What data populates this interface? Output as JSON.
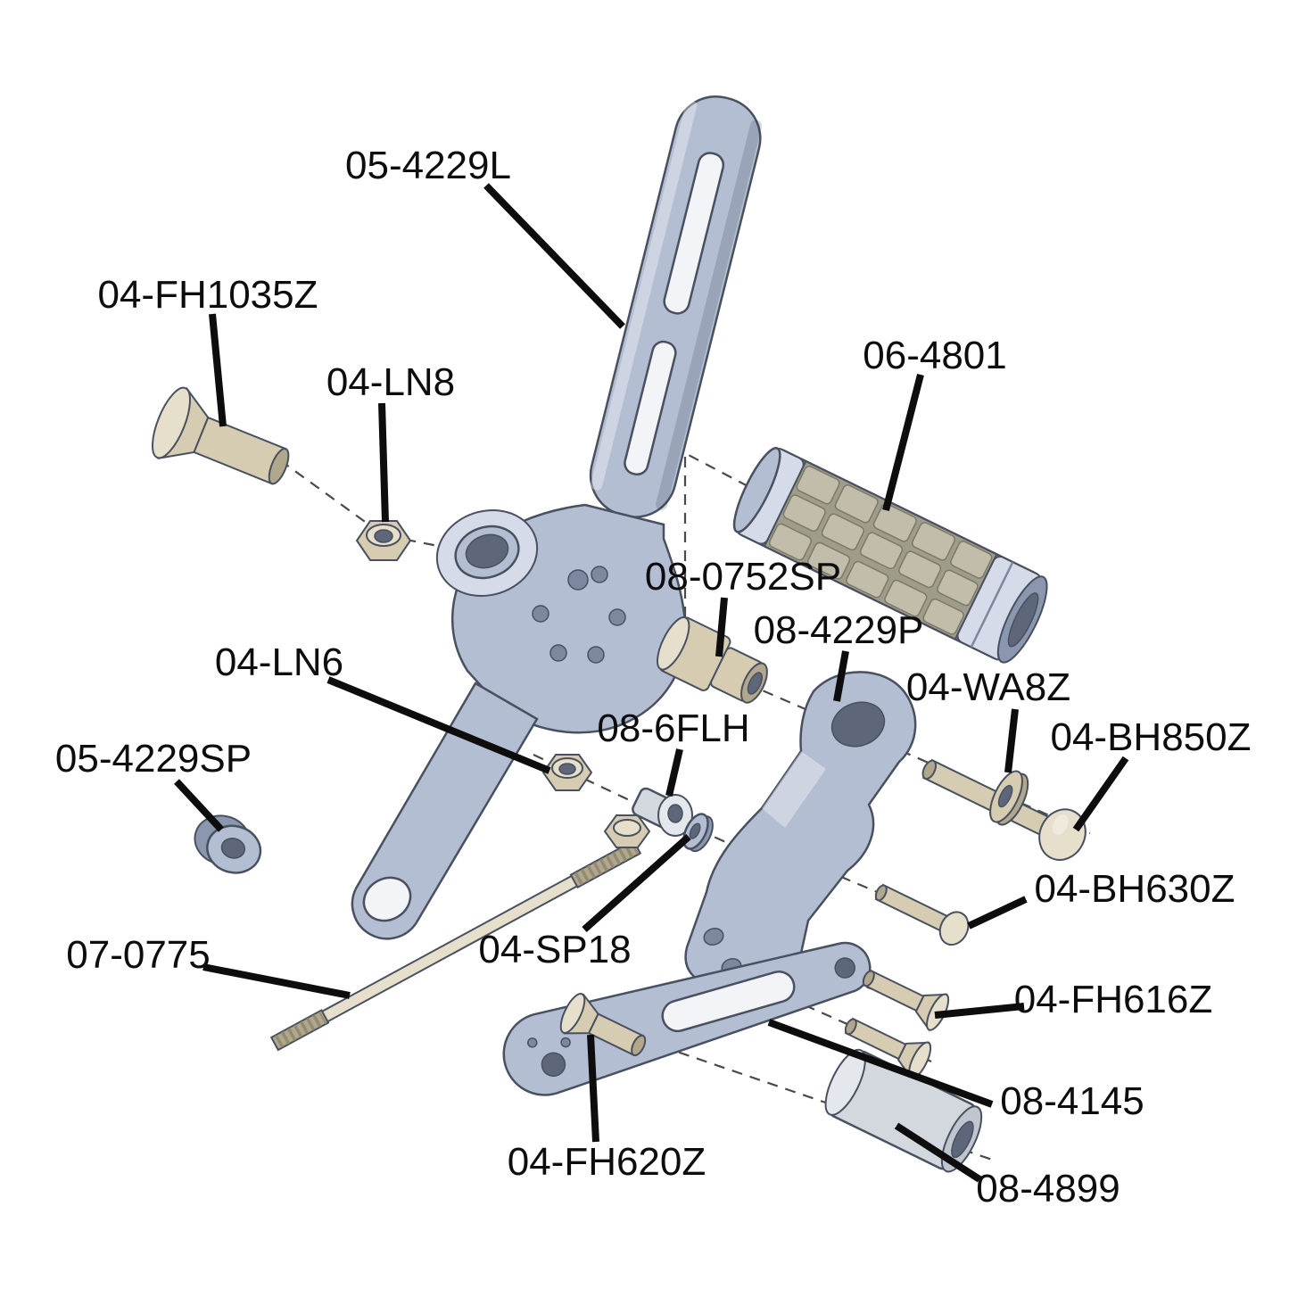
{
  "diagram": {
    "type": "exploded-parts-diagram",
    "subject": "rearset assembly exploded view with part numbers",
    "background": "#ffffff",
    "colors": {
      "aluminum": "#b4bed2",
      "aluminum-light": "#d5dbe8",
      "aluminum-dark": "#8b97af",
      "hole": "#5d6779",
      "hole-light": "#7d88a0",
      "tan": "#d5ccb2",
      "tan-light": "#e6dfcb",
      "tan-dark": "#b0a78c",
      "rubber": "#a09c8b",
      "rubber-pad": "#c2bdab",
      "steel": "#d3d7de",
      "steel-light": "#e4e7ec",
      "steel-dark": "#c0c5cf",
      "cut": "#f2f4f8",
      "outline": "#49505f",
      "leader": "#0d0d0d",
      "label": "#0d0d0d",
      "dash": "#4a4a4a"
    },
    "labels": [
      {
        "text": "05-4229L"
      },
      {
        "text": "04-FH1035Z"
      },
      {
        "text": "04-LN8"
      },
      {
        "text": "06-4801"
      },
      {
        "text": "08-0752SP"
      },
      {
        "text": "08-4229P"
      },
      {
        "text": "04-WA8Z"
      },
      {
        "text": "04-BH850Z"
      },
      {
        "text": "04-LN6"
      },
      {
        "text": "08-6FLH"
      },
      {
        "text": "05-4229SP"
      },
      {
        "text": "04-BH630Z"
      },
      {
        "text": "04-SP18"
      },
      {
        "text": "07-0775"
      },
      {
        "text": "04-FH616Z"
      },
      {
        "text": "08-4145"
      },
      {
        "text": "04-FH620Z"
      },
      {
        "text": "08-4899"
      }
    ]
  }
}
